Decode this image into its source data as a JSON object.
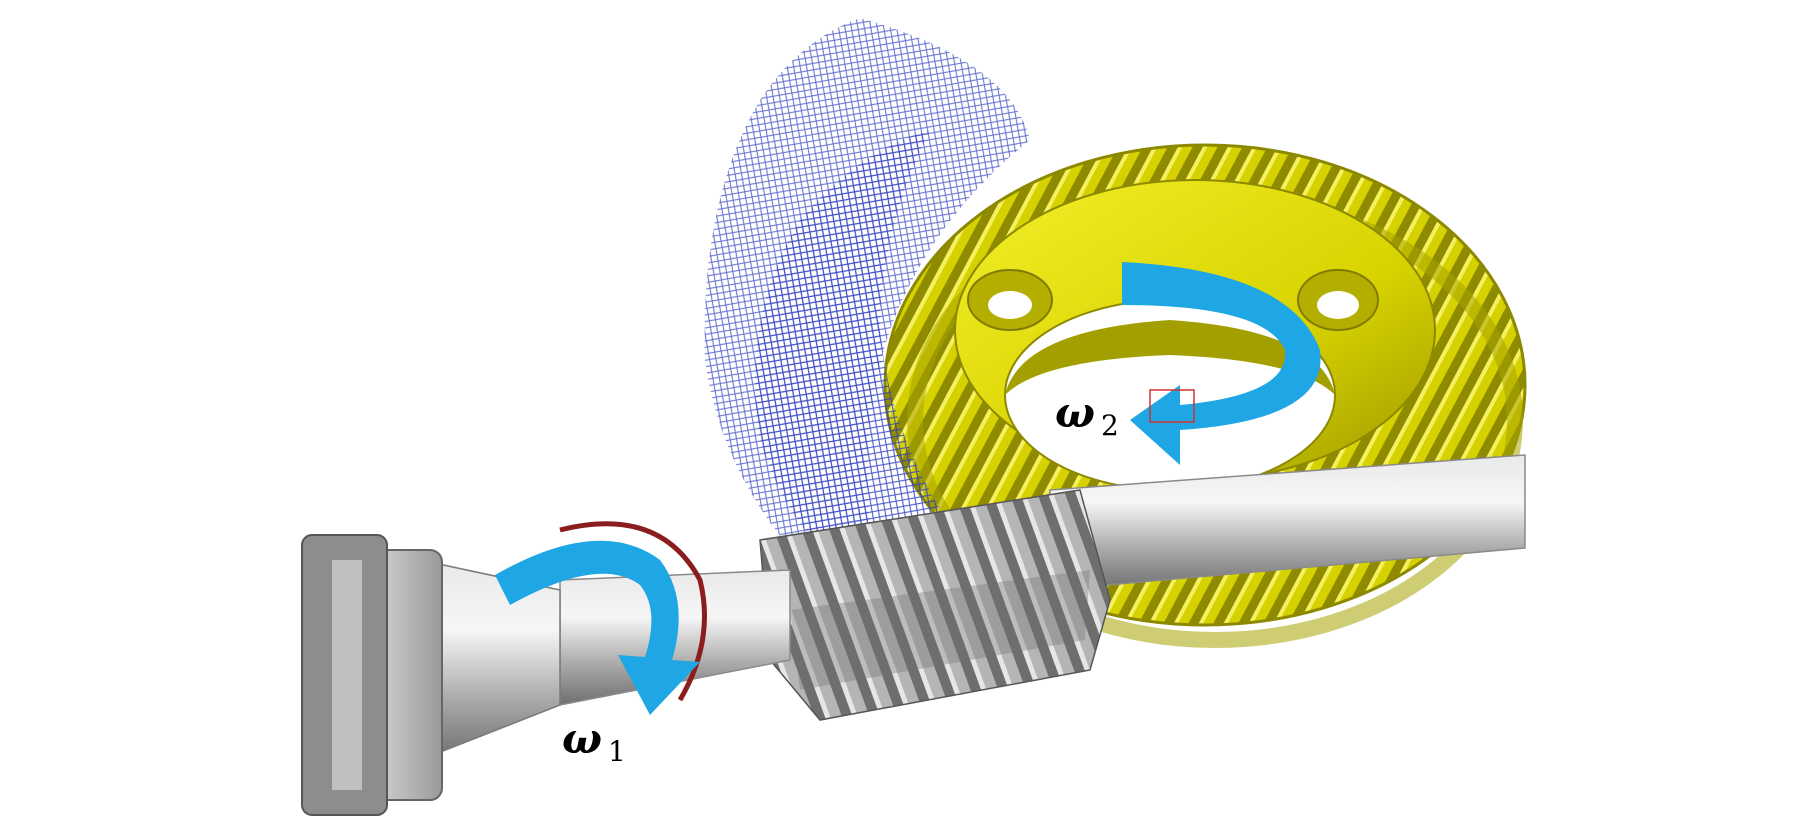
{
  "labels": {
    "omega1": {
      "symbol": "ω",
      "subscript": "1"
    },
    "omega2": {
      "symbol": "ω",
      "subscript": "2"
    }
  },
  "colors": {
    "gear_yellow": "#e4e000",
    "gear_shadow": "#9c9800",
    "gear_face": "#f1ee1c",
    "shaft_gray": "#b9b9b9",
    "toolpath_blue": "#2f3fc0",
    "arrow_blue": "#1ea7e4",
    "marker_red": "#8a1d1d"
  }
}
